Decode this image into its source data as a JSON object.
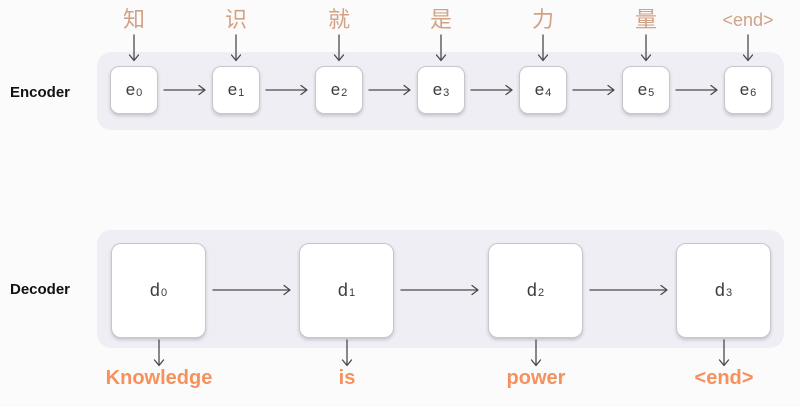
{
  "colors": {
    "page_bg": "#FCFBFC",
    "panel": "#EFEEF4",
    "box_bg": "#FFFFFF",
    "box_border": "#C8C7CC",
    "box_text": "#3C3C3E",
    "arrow": "#4A4A4C",
    "input_text": "#D2A284",
    "output_text": "#F6915C",
    "label_text": "#111111"
  },
  "encoder": {
    "label": "Encoder",
    "inputs": [
      "知",
      "识",
      "就",
      "是",
      "力",
      "量",
      "<end>"
    ],
    "boxes": [
      {
        "base": "e",
        "sub": "0"
      },
      {
        "base": "e",
        "sub": "1"
      },
      {
        "base": "e",
        "sub": "2"
      },
      {
        "base": "e",
        "sub": "3"
      },
      {
        "base": "e",
        "sub": "4"
      },
      {
        "base": "e",
        "sub": "5"
      },
      {
        "base": "e",
        "sub": "6"
      }
    ]
  },
  "decoder": {
    "label": "Decoder",
    "boxes": [
      {
        "base": "d",
        "sub": "0"
      },
      {
        "base": "d",
        "sub": "1"
      },
      {
        "base": "d",
        "sub": "2"
      },
      {
        "base": "d",
        "sub": "3"
      }
    ],
    "outputs": [
      "Knowledge",
      "is",
      "power",
      "<end>"
    ]
  }
}
